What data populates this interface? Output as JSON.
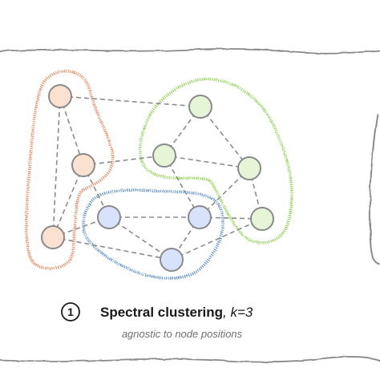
{
  "caption": {
    "step_number": "1",
    "method": "Spectral clustering",
    "k_label": ", k=3",
    "subtitle": "agnostic to node positions"
  },
  "colors": {
    "orange_stroke": "#e8875a",
    "orange_fill": "#fbe1cf",
    "green_stroke": "#8fd14f",
    "green_fill": "#e6f5d6",
    "blue_stroke": "#5f8fc4",
    "blue_fill": "#d9e2fb",
    "node_stroke": "#8a8a8a",
    "edge": "#8c8c8c",
    "frame": "#8a8a8a"
  },
  "graph": {
    "nodes": [
      {
        "id": "a",
        "cluster": "orange"
      },
      {
        "id": "b",
        "cluster": "orange"
      },
      {
        "id": "c",
        "cluster": "orange"
      },
      {
        "id": "d",
        "cluster": "green"
      },
      {
        "id": "e",
        "cluster": "green"
      },
      {
        "id": "f",
        "cluster": "green"
      },
      {
        "id": "g",
        "cluster": "green"
      },
      {
        "id": "h",
        "cluster": "blue"
      },
      {
        "id": "i",
        "cluster": "blue"
      },
      {
        "id": "j",
        "cluster": "blue"
      }
    ],
    "edges": [
      [
        "a",
        "b"
      ],
      [
        "a",
        "c"
      ],
      [
        "b",
        "c"
      ],
      [
        "a",
        "d"
      ],
      [
        "b",
        "e"
      ],
      [
        "b",
        "h"
      ],
      [
        "c",
        "h"
      ],
      [
        "c",
        "j"
      ],
      [
        "d",
        "e"
      ],
      [
        "d",
        "f"
      ],
      [
        "e",
        "f"
      ],
      [
        "f",
        "g"
      ],
      [
        "e",
        "i"
      ],
      [
        "h",
        "i"
      ],
      [
        "h",
        "j"
      ],
      [
        "i",
        "j"
      ],
      [
        "i",
        "g"
      ],
      [
        "j",
        "g"
      ],
      [
        "f",
        "i"
      ]
    ]
  }
}
